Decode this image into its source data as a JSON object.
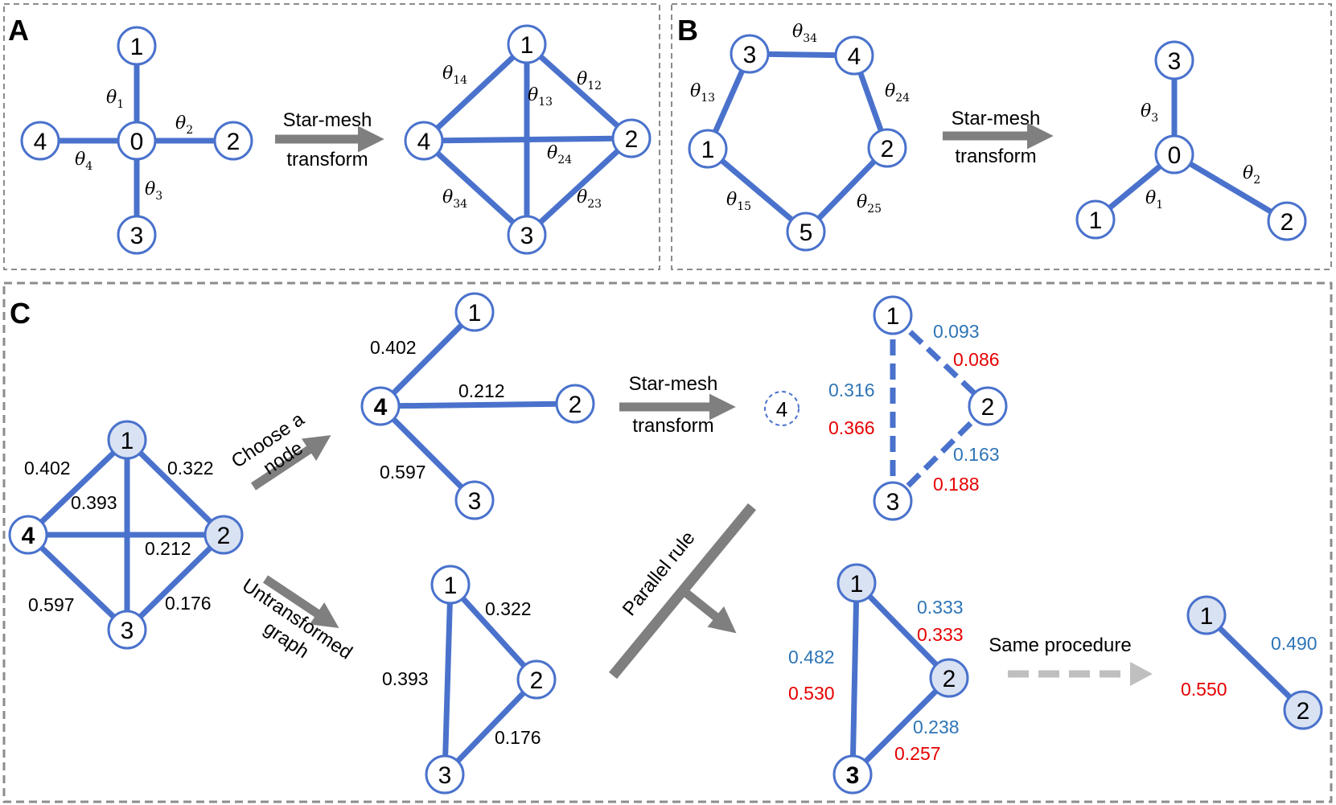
{
  "colors": {
    "edge": "#4a72cc",
    "node_fill": "#ffffff",
    "node_fill_highlight": "#d9e2f3",
    "arrow": "#7f7f7f",
    "dashed_arrow": "#bfbfbf",
    "label_blue": "#2e75b6",
    "label_red": "#e60000",
    "label_black": "#000000",
    "panel_border": "#8c8c8c"
  },
  "panels": {
    "A": {
      "label": "A",
      "arrow": {
        "line1": "Star-mesh",
        "line2": "transform"
      },
      "star": {
        "nodes": [
          "0",
          "1",
          "2",
          "3",
          "4"
        ],
        "edges": [
          {
            "sym": "θ",
            "sub": "1"
          },
          {
            "sym": "θ",
            "sub": "2"
          },
          {
            "sym": "θ",
            "sub": "3"
          },
          {
            "sym": "θ",
            "sub": "4"
          }
        ]
      },
      "mesh": {
        "nodes": [
          "1",
          "2",
          "3",
          "4"
        ],
        "edges": [
          {
            "sym": "θ",
            "sub": "14"
          },
          {
            "sym": "θ",
            "sub": "12"
          },
          {
            "sym": "θ",
            "sub": "13"
          },
          {
            "sym": "θ",
            "sub": "24"
          },
          {
            "sym": "θ",
            "sub": "34"
          },
          {
            "sym": "θ",
            "sub": "23"
          }
        ]
      }
    },
    "B": {
      "label": "B",
      "arrow": {
        "line1": "Star-mesh",
        "line2": "transform"
      },
      "ring": {
        "nodes": [
          "3",
          "4",
          "1",
          "2",
          "5"
        ],
        "edges": [
          {
            "sym": "θ",
            "sub": "34"
          },
          {
            "sym": "θ",
            "sub": "13"
          },
          {
            "sym": "θ",
            "sub": "24"
          },
          {
            "sym": "θ",
            "sub": "15"
          },
          {
            "sym": "θ",
            "sub": "25"
          }
        ]
      },
      "star": {
        "nodes": [
          "3",
          "0",
          "1",
          "2"
        ],
        "edges": [
          {
            "sym": "θ",
            "sub": "3"
          },
          {
            "sym": "θ",
            "sub": "1"
          },
          {
            "sym": "θ",
            "sub": "2"
          }
        ]
      }
    },
    "C": {
      "label": "C",
      "graph": {
        "nodes": [
          "1",
          "2",
          "3",
          "4"
        ],
        "weights": [
          "0.402",
          "0.322",
          "0.393",
          "0.212",
          "0.597",
          "0.176"
        ]
      },
      "choose_label": {
        "line1": "Choose a",
        "line2": "node"
      },
      "untransformed_label": {
        "line1": "Untransformed",
        "line2": "graph"
      },
      "chosen_star": {
        "nodes": [
          "4",
          "1",
          "2",
          "3"
        ],
        "weights": [
          "0.402",
          "0.212",
          "0.597"
        ]
      },
      "star_mesh_arrow": {
        "line1": "Star-mesh",
        "line2": "transform"
      },
      "removed_node": "4",
      "mesh_result": {
        "nodes": [
          "1",
          "2",
          "3"
        ],
        "blue": [
          "0.093",
          "0.316",
          "0.163"
        ],
        "red": [
          "0.086",
          "0.366",
          "0.188"
        ]
      },
      "untransformed": {
        "nodes": [
          "1",
          "2",
          "3"
        ],
        "weights": [
          "0.322",
          "0.393",
          "0.176"
        ]
      },
      "parallel_rule": "Parallel rule",
      "reduced": {
        "nodes": [
          "1",
          "2",
          "3"
        ],
        "blue": [
          "0.333",
          "0.482",
          "0.238"
        ],
        "red": [
          "0.333",
          "0.530",
          "0.257"
        ]
      },
      "same_procedure": "Same procedure",
      "final": {
        "nodes": [
          "1",
          "2"
        ],
        "blue": "0.490",
        "red": "0.550"
      }
    }
  }
}
